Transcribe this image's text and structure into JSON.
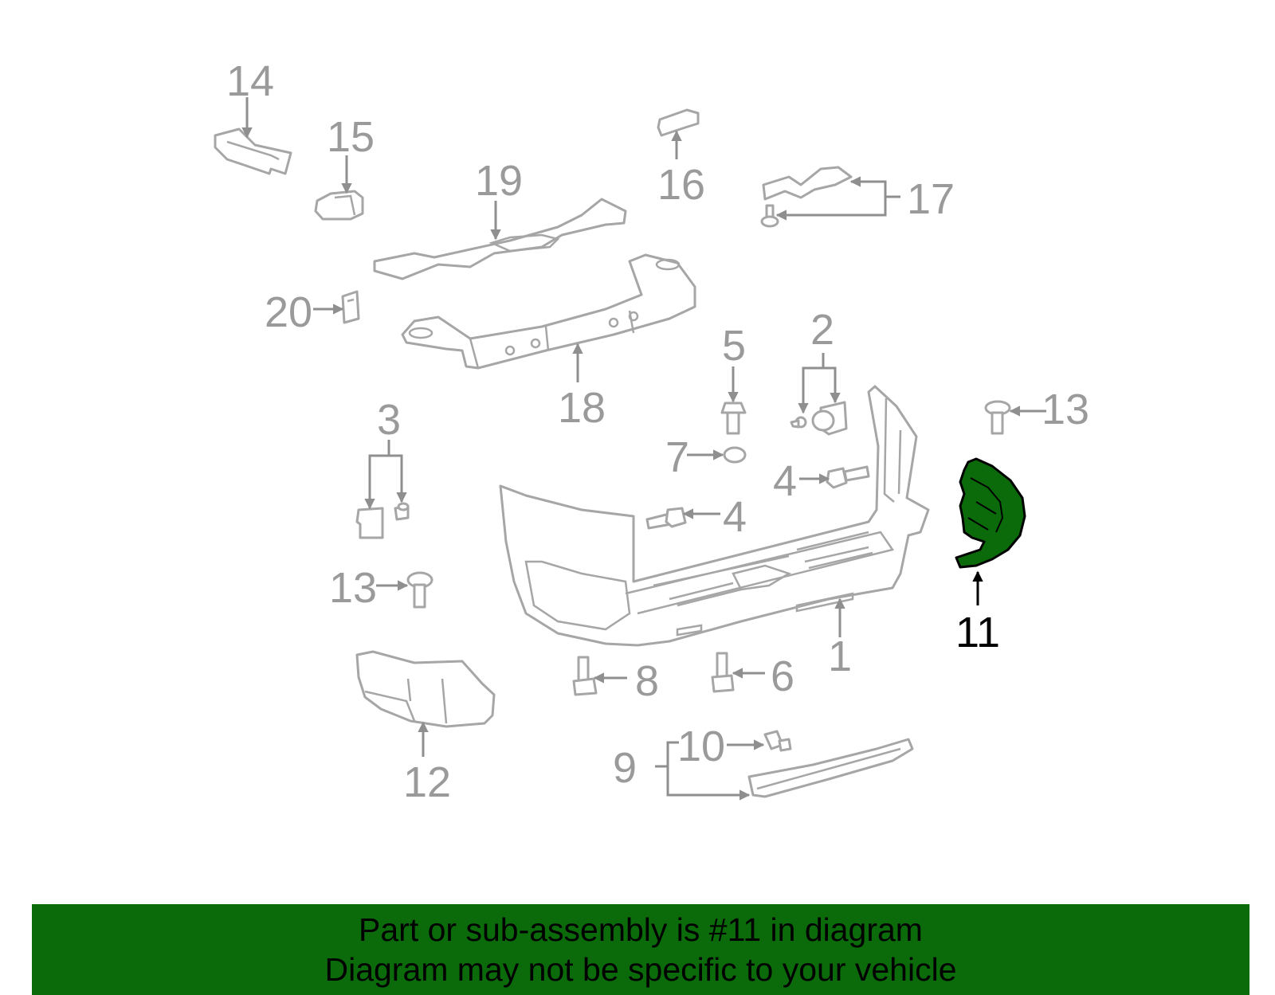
{
  "diagram": {
    "callouts": {
      "c1": "1",
      "c2": "2",
      "c3": "3",
      "c4a": "4",
      "c4b": "4",
      "c5": "5",
      "c6": "6",
      "c7": "7",
      "c8": "8",
      "c9": "9",
      "c10": "10",
      "c11": "11",
      "c12": "12",
      "c13a": "13",
      "c13b": "13",
      "c14": "14",
      "c15": "15",
      "c16": "16",
      "c17": "17",
      "c18": "18",
      "c19": "19",
      "c20": "20"
    },
    "highlight_color": "#0b6b0b",
    "highlighted_part": "11"
  },
  "caption": {
    "line1": "Part or sub-assembly is #11 in diagram",
    "line2": "Diagram may not be specific to your vehicle",
    "background": "#0b6b0b"
  }
}
